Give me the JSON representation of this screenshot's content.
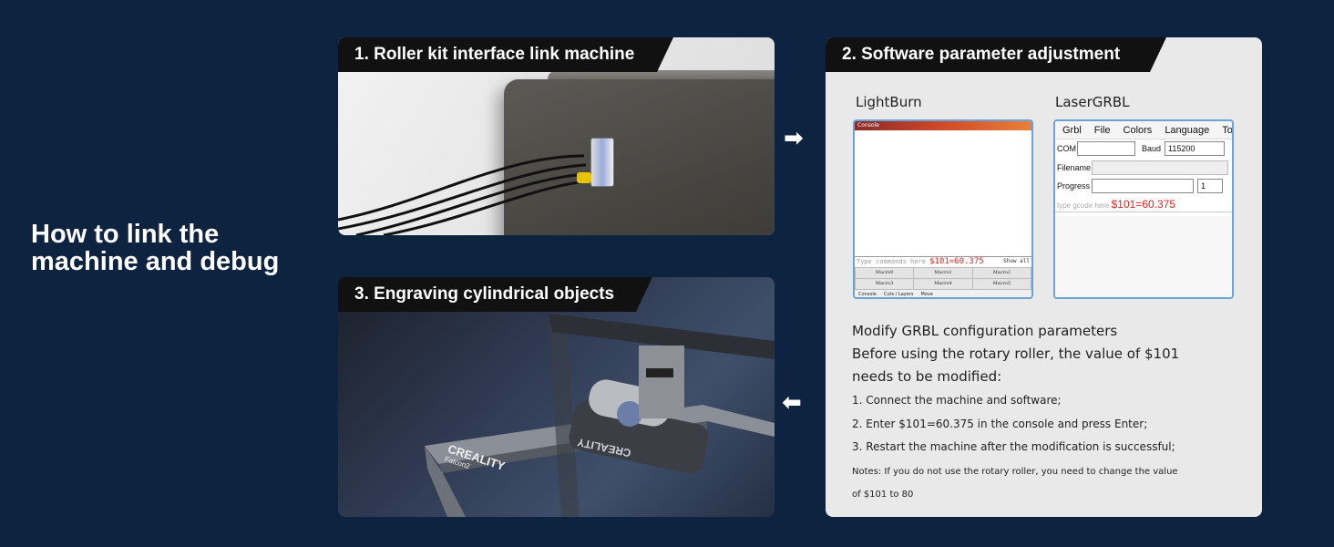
{
  "heading": {
    "line1": "How to link the",
    "line2": "machine and debug"
  },
  "steps": {
    "step1": "1. Roller kit interface link machine",
    "step2": "2. Software parameter adjustment",
    "step3": "3. Engraving cylindrical objects"
  },
  "software": {
    "lightburn": {
      "label": "LightBurn",
      "window_title": "Console",
      "command_placeholder": "Type commands here",
      "command_value": "$101=60.375",
      "show_all": "Show all",
      "macros": [
        "Macro0",
        "Macro1",
        "Macro2",
        "Macro3",
        "Macro4",
        "Macro5"
      ],
      "tabs": [
        "Console",
        "Cuts / Layers",
        "Move"
      ]
    },
    "lasergrbl": {
      "label": "LaserGRBL",
      "menu": [
        "Grbl",
        "File",
        "Colors",
        "Language",
        "To"
      ],
      "com_label": "COM",
      "baud_label": "Baud",
      "baud_value": "115200",
      "filename_label": "Filename",
      "progress_label": "Progress",
      "progress_count": "1",
      "gcode_placeholder": "type gcode here",
      "gcode_value": "$101=60.375"
    }
  },
  "instructions": {
    "title": "Modify GRBL configuration parameters",
    "line2": "Before using the rotary roller, the value of $101",
    "line3": "needs to be modified:",
    "step1": "1. Connect the machine and software;",
    "step2": "2. Enter $101=60.375 in the console and press Enter;",
    "step3": "3. Restart the machine after the modification is successful;",
    "note1": "Notes: If you do not use the rotary roller, you need to change the value",
    "note2": "of $101 to 80"
  },
  "photo3": {
    "brand": "CREALITY",
    "model": "Falcon2"
  },
  "colors": {
    "background": "#0d2340",
    "panel": "#e9e9e9",
    "tag": "#111111",
    "highlight": "#e02020"
  }
}
